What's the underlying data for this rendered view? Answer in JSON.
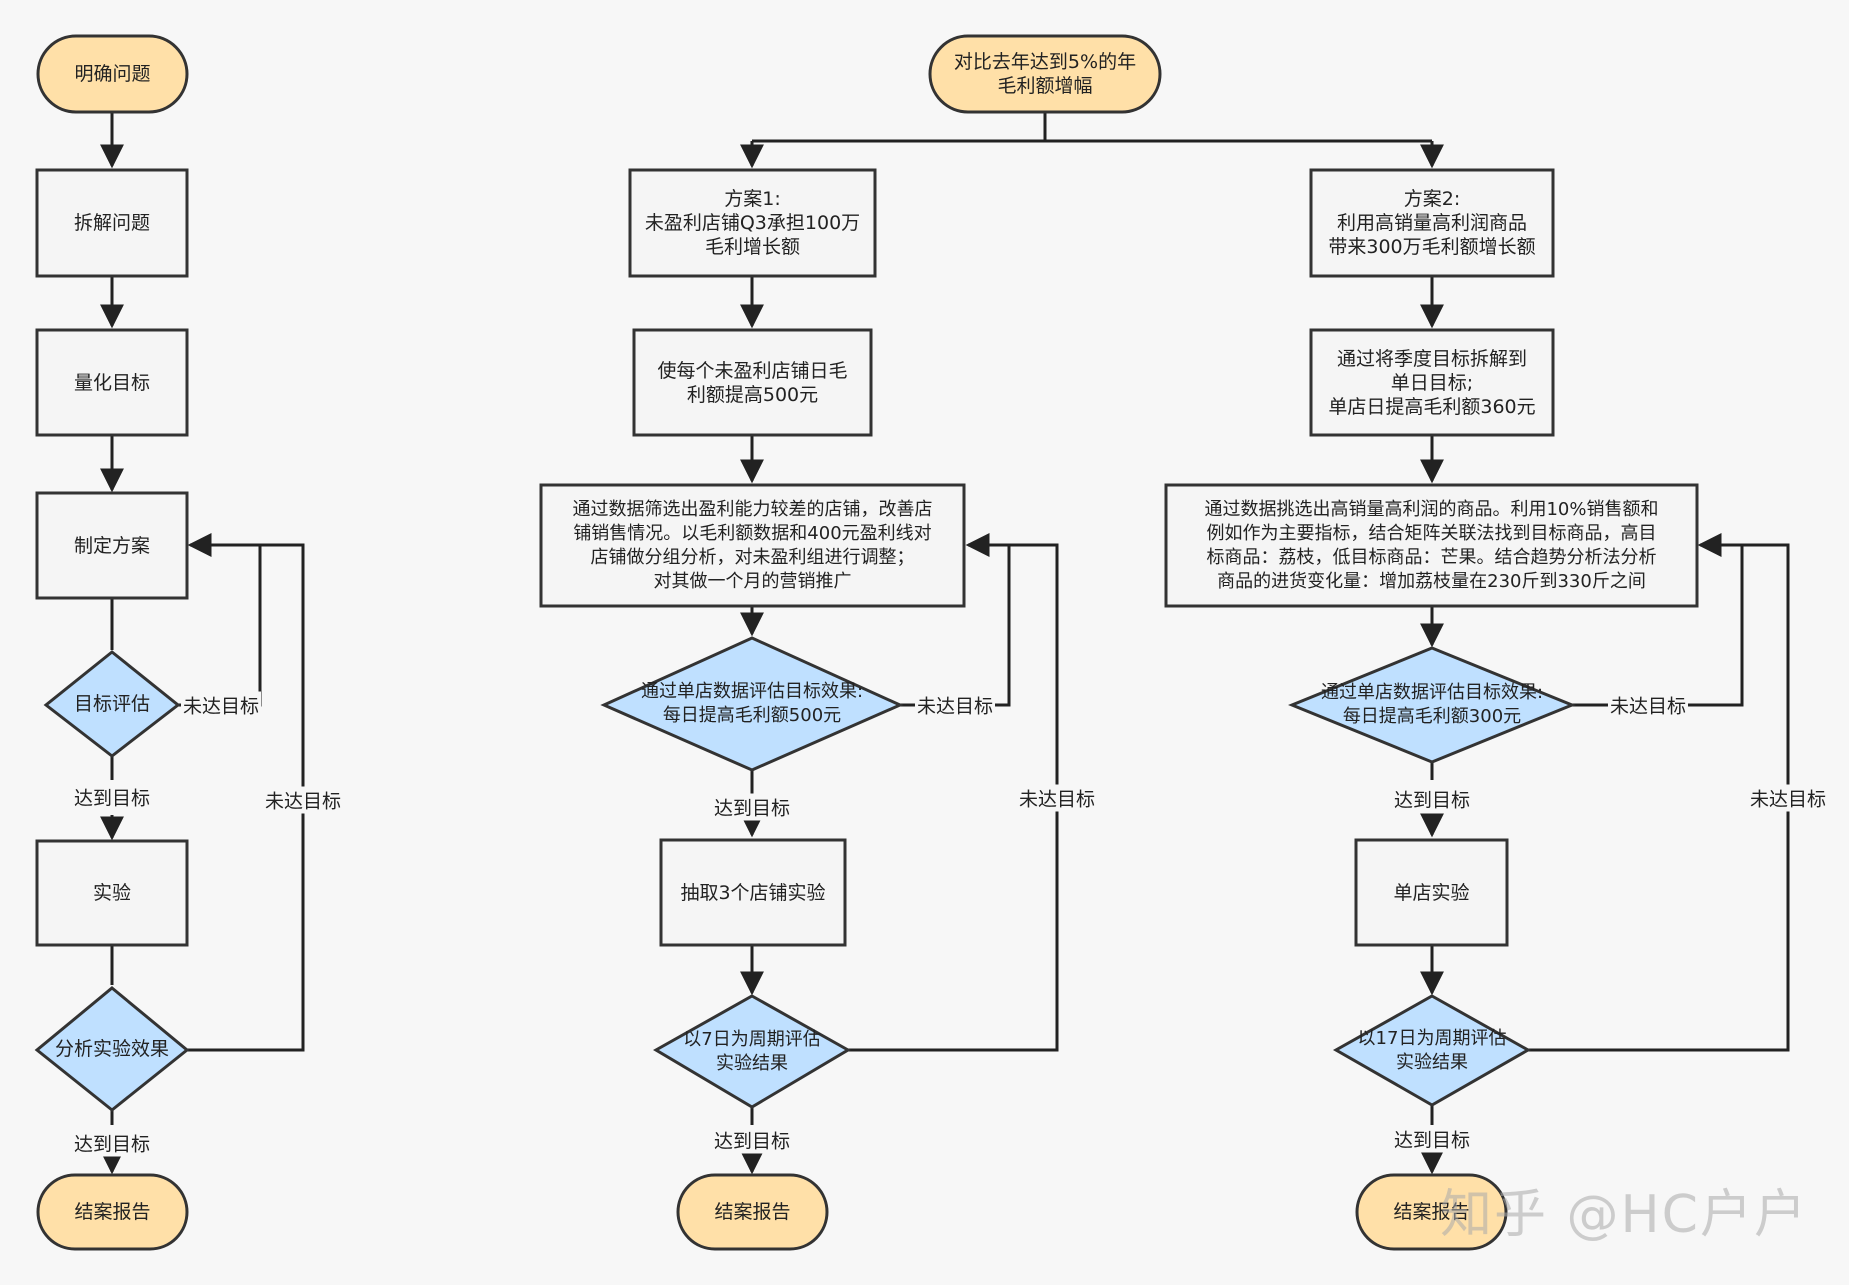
{
  "colors": {
    "terminal_fill": "#ffe0a8",
    "process_fill": "#f5f5f5",
    "decision_fill": "#bfe0ff",
    "stroke": "#333333",
    "line": "#222222"
  },
  "left": {
    "start": "明确问题",
    "decompose": "拆解问题",
    "quantify": "量化目标",
    "plan": "制定方案",
    "eval_goal": "目标评估",
    "experiment": "实验",
    "analyze": "分析实验效果",
    "end": "结案报告"
  },
  "center": {
    "root": "对比去年达到5%的年\n毛利额增幅",
    "plan1": "方案1:\n未盈利店铺Q3承担100万\n毛利增长额",
    "target1": "使每个未盈利店铺日毛\n利额提高500元",
    "action1": "通过数据筛选出盈利能力较差的店铺，改善店\n铺销售情况。以毛利额数据和400元盈利线对\n店铺做分组分析，对未盈利组进行调整；\n对其做一个月的营销推广",
    "eval1": "通过单店数据评估目标效果:\n每日提高毛利额500元",
    "exp1": "抽取3个店铺实验",
    "cycle1": "以7日为周期评估\n实验结果",
    "end1": "结案报告"
  },
  "right": {
    "plan2": "方案2:\n利用高销量高利润商品\n带来300万毛利额增长额",
    "target2": "通过将季度目标拆解到\n单日目标;\n单店日提高毛利额360元",
    "action2": "通过数据挑选出高销量高利润的商品。利用10%销售额和\n例如作为主要指标，结合矩阵关联法找到目标商品，高目\n标商品：荔枝，低目标商品：芒果。结合趋势分析法分析\n商品的进货变化量：增加荔枝量在230斤到330斤之间",
    "eval2": "通过单店数据评估目标效果:\n每日提高毛利额300元",
    "exp2": "单店实验",
    "cycle2": "以17日为周期评估\n实验结果",
    "end2": "结案报告"
  },
  "labels": {
    "not_reached": "未达目标",
    "reached": "达到目标"
  },
  "watermark": "知乎 @HC户户"
}
